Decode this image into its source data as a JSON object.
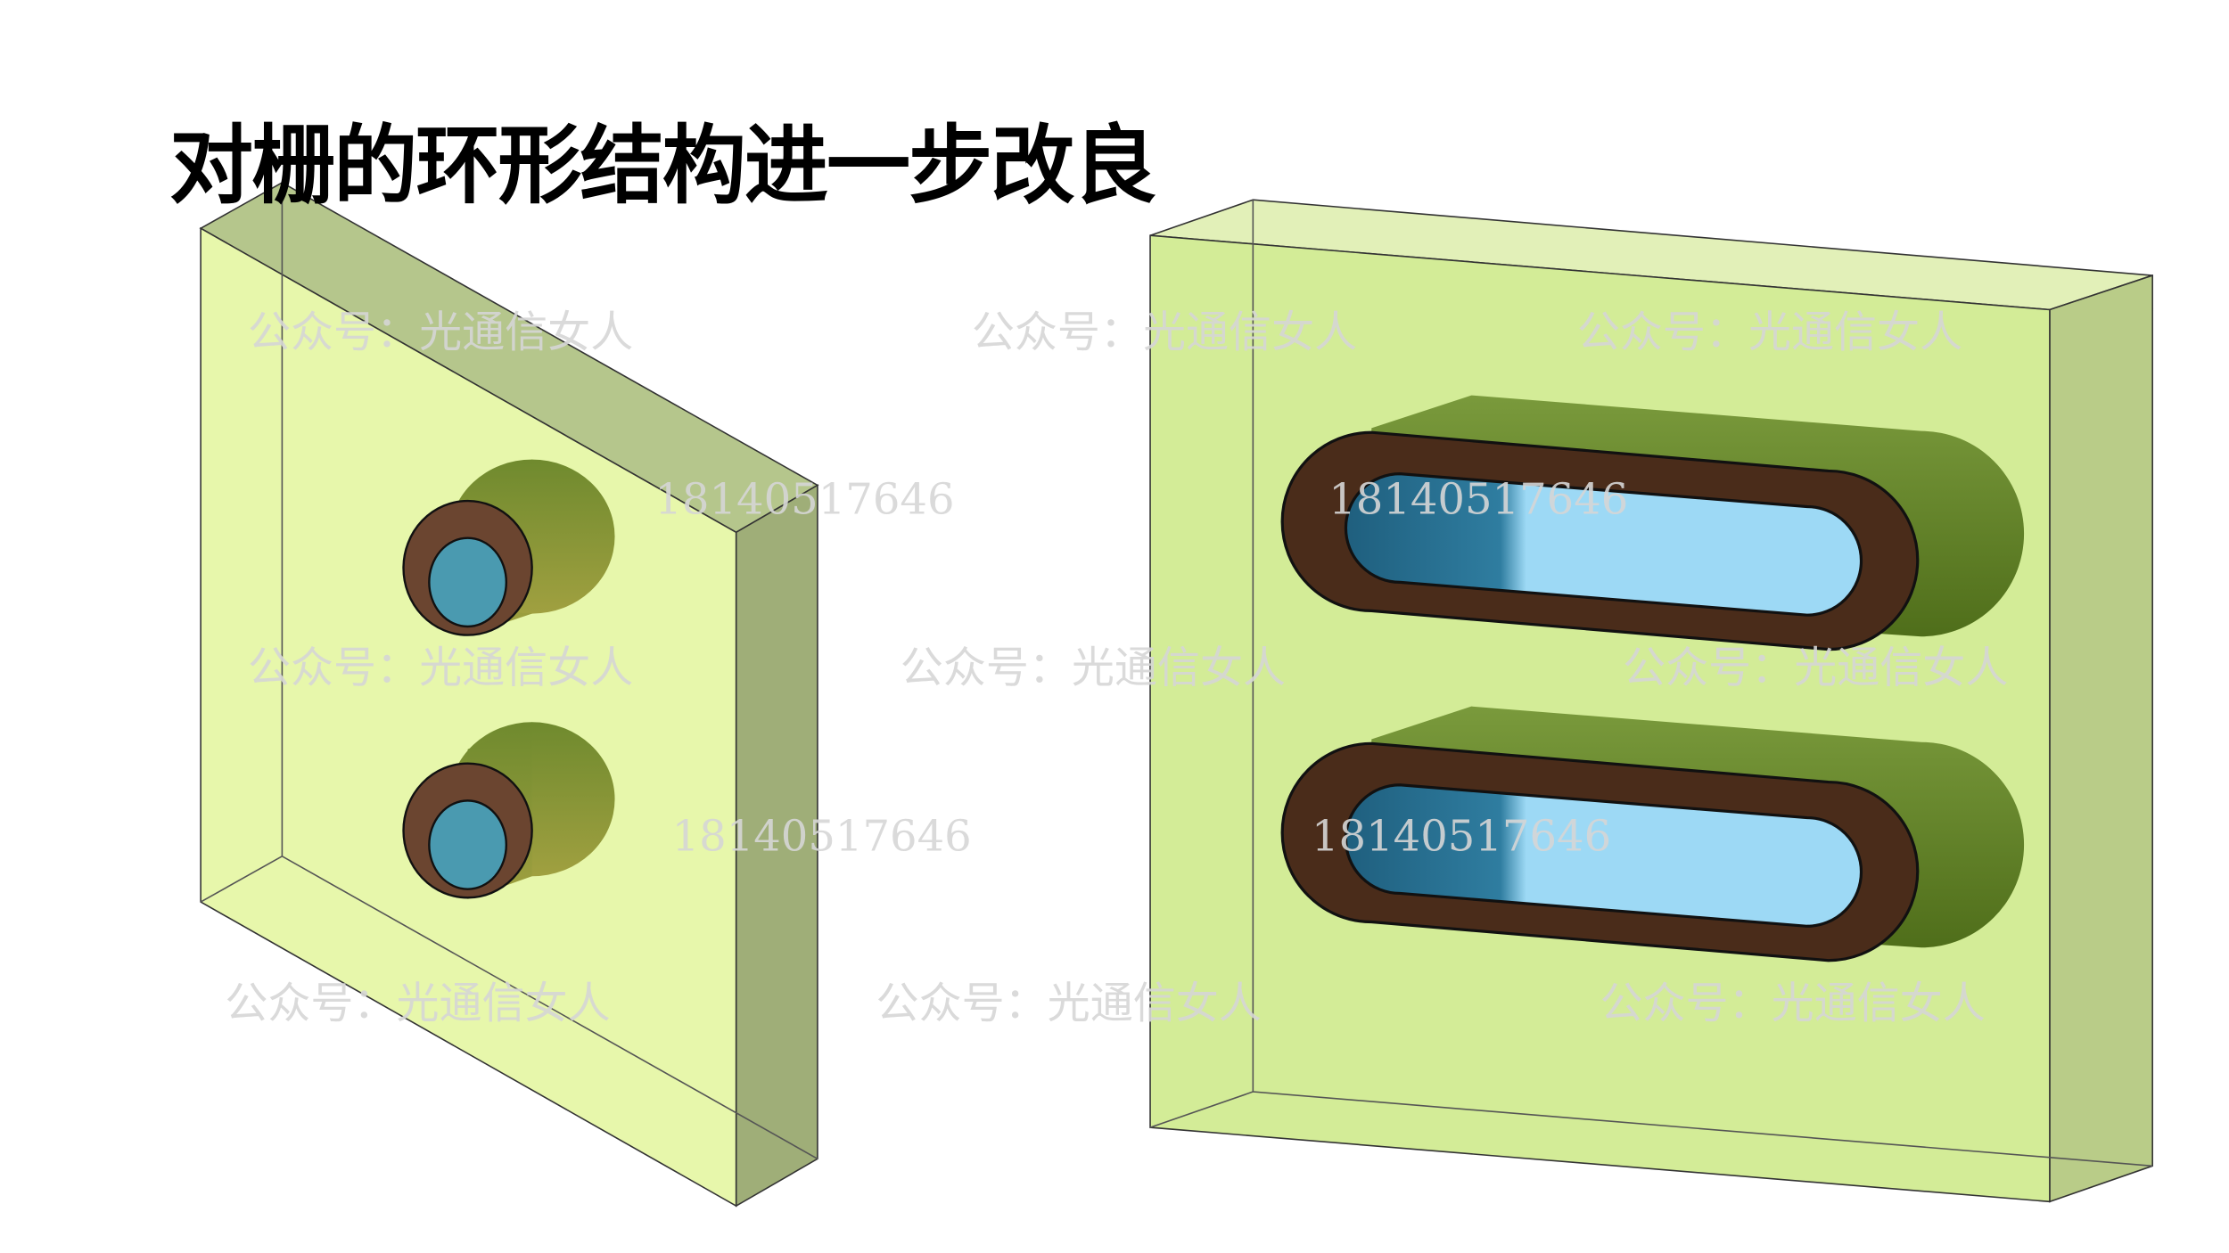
{
  "slide": {
    "title": "对栅的环形结构进一步改良",
    "watermarks": {
      "account": "公众号：光通信女人",
      "phone": "18140517646"
    }
  },
  "colors": {
    "block_front": "#e6f7a6",
    "block_side": "#9fae78",
    "ring": "#5a3a28",
    "cylinder": "#7d8f30",
    "channel": "#4a9ab0"
  }
}
